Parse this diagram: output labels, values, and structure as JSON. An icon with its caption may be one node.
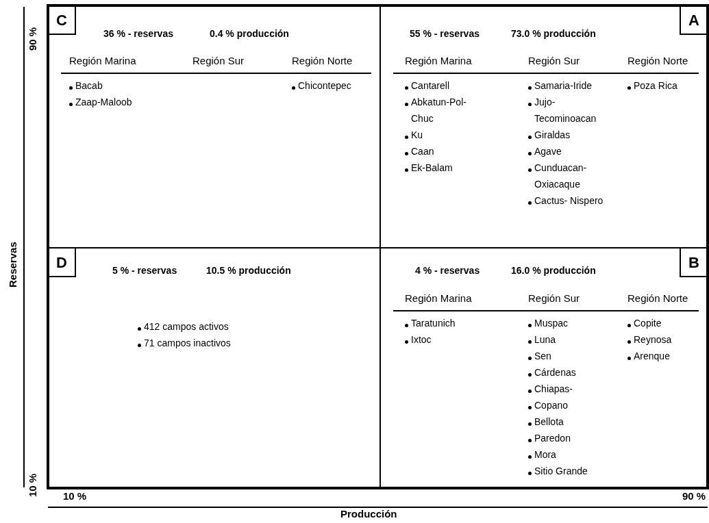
{
  "diagram": {
    "nodes": [
      {
        "text": [
          "36 % - reservas",
          "0.4 % producción"
        ]
      },
      {
        "text": [
          "C"
        ],
        "in": 0
      },
      {
        "text": [
          "Región Marina",
          "Bacab",
          "Zaap-Maloob"
        ],
        "in": 0
      },
      {
        "text": [
          "Región Sur"
        ],
        "in": 0
      },
      {
        "text": [
          "Región Norte",
          "Chicontepec"
        ],
        "in": 0
      },
      {
        "text": [
          "55 % - reservas",
          "73.0 % producción"
        ]
      },
      {
        "text": [
          "A"
        ],
        "in": 5
      },
      {
        "text": [
          "Región Marina",
          "Cantarell",
          "Abkatun-Pol- Chuc",
          "Ku",
          "Caan",
          "Ek-Balam"
        ],
        "in": 5
      },
      {
        "text": [
          "Región Sur",
          "Samaria-Iride",
          "Jujo- Tecominoacan",
          "Giraldas",
          "Agave",
          "Cunduacan- Oxiacaque",
          "Cactus- Nispero"
        ],
        "in": 5
      },
      {
        "text": [
          "Región Norte",
          "Poza Rica"
        ],
        "in": 5
      },
      {
        "text": [
          "5 % - reservas",
          "10.5 % producción"
        ]
      },
      {
        "text": [
          "D"
        ],
        "in": 10
      },
      {
        "text": [
          "412 campos activos",
          "71 campos inactivos"
        ],
        "in": 10
      },
      {
        "text": [
          "4 % - reservas",
          "16.0 % producción"
        ]
      },
      {
        "text": [
          "B"
        ],
        "in": 13
      },
      {
        "text": [
          "Región Marina",
          "Taratunich",
          "Ixtoc"
        ],
        "in": 13
      },
      {
        "text": [
          "Región Sur",
          "Muspac",
          "Luna",
          "Sen",
          "Cárdenas",
          "Chiapas-",
          "Copano",
          "Bellota",
          "Paredon",
          "Mora",
          "Sitio Grande"
        ],
        "in": 13
      },
      {
        "text": [
          "Región Norte",
          "Copite",
          "Reynosa",
          "Arenque"
        ],
        "in": 13
      }
    ],
    "labels": [
      "90 %",
      "Reservas",
      "10 %",
      "10 %",
      "90 %",
      "Producción"
    ]
  }
}
